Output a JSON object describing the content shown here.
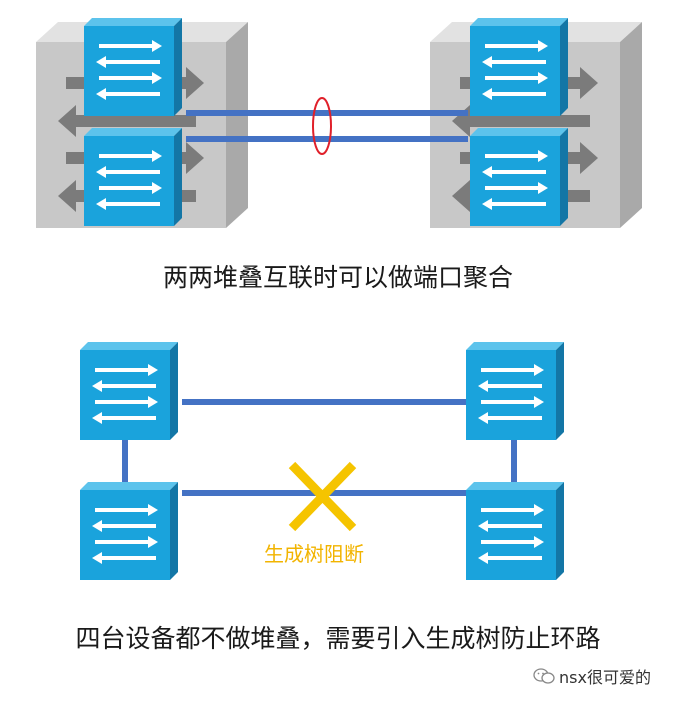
{
  "top_scene": {
    "caption": "两两堆叠互联时可以做端口聚合"
  },
  "bottom_scene": {
    "blocked_label": "生成树阻断",
    "caption": "四台设备都不做堆叠，需要引入生成树防止环路"
  },
  "watermark": {
    "icon": "wechat-logo",
    "text": "nsx很可爱的"
  },
  "colors": {
    "switch_face": "#1aa3dc",
    "switch_top": "#5cc3ec",
    "switch_side": "#1376a6",
    "chassis_front": "#c8c8c8",
    "chassis_top": "#e2e2e2",
    "chassis_side": "#a9a9a9",
    "chassis_arrows": "#7b7b7b",
    "link": "#4472c4",
    "lag_marker": "#e0202a",
    "block_mark": "#f5c400",
    "block_text": "#f2b400"
  }
}
